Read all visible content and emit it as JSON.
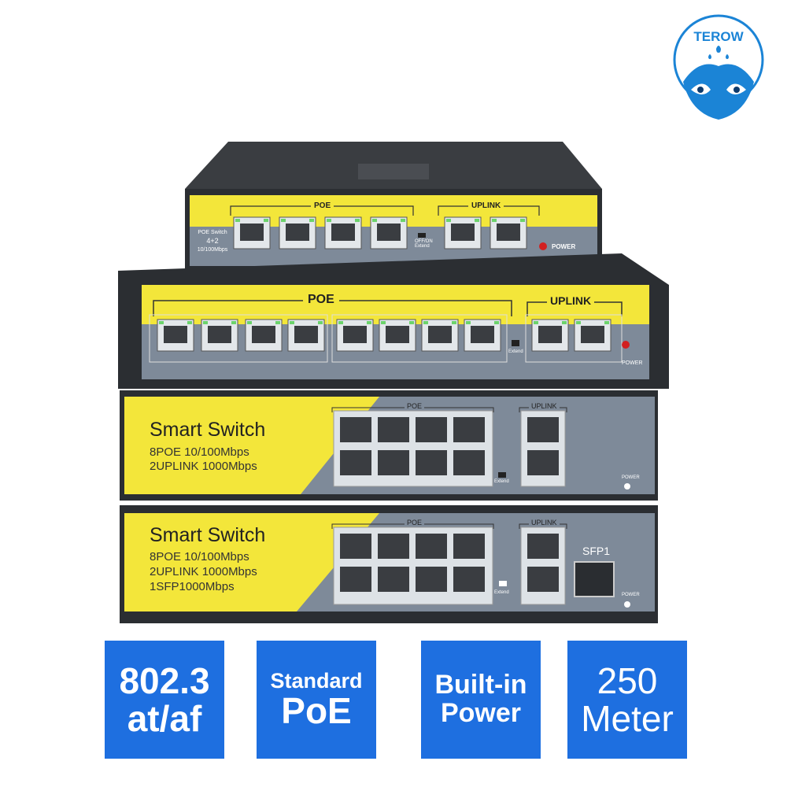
{
  "brand": {
    "logo_text": "TEROW"
  },
  "devices": {
    "top": {
      "model_line1": "POE Switch",
      "model_line2": "4+2",
      "model_line3": "10/100Mbps",
      "poe_label": "POE",
      "uplink_label": "UPLINK",
      "extend_label": "OFF/ON\nExtend",
      "power_label": "POWER"
    },
    "second": {
      "poe_label": "POE",
      "uplink_label": "UPLINK",
      "extend_label": "Extend",
      "power_label": "POWER"
    },
    "third": {
      "title": "Smart Switch",
      "spec1": "8POE 10/100Mbps",
      "spec2": "2UPLINK 1000Mbps",
      "poe_label": "POE",
      "uplink_label": "UPLINK",
      "extend_label": "Extend",
      "power_label": "POWER"
    },
    "bottom": {
      "title": "Smart Switch",
      "spec1": "8POE 10/100Mbps",
      "spec2": "2UPLINK 1000Mbps",
      "spec3": "1SFP1000Mbps",
      "poe_label": "POE",
      "uplink_label": "UPLINK",
      "sfp_label": "SFP1",
      "extend_label": "Extend",
      "power_label": "POWER"
    }
  },
  "badges": [
    {
      "line1": "802.3",
      "line2": "at/af"
    },
    {
      "line1": "Standard",
      "line2": "PoE"
    },
    {
      "line1": "Built-in",
      "line2": "Power"
    },
    {
      "line1": "250",
      "line2": "Meter"
    }
  ],
  "colors": {
    "badge_blue": "#1e6fe0",
    "panel_yellow": "#f3e63a",
    "panel_gray": "#7e8a99",
    "chassis": "#2a2d31"
  }
}
